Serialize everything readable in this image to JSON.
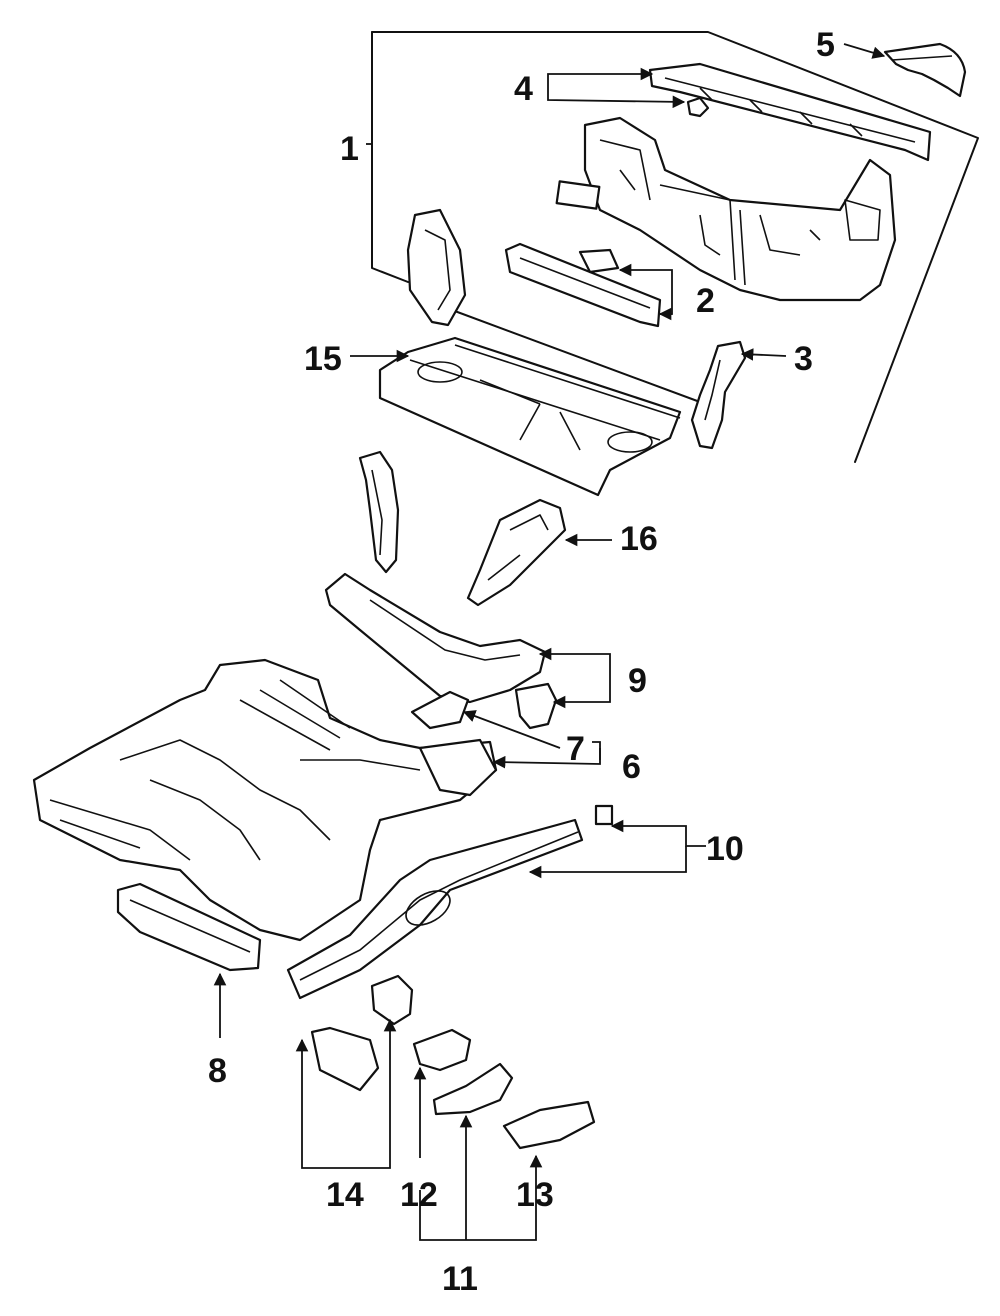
{
  "callouts": {
    "c1": "1",
    "c2": "2",
    "c3": "3",
    "c4": "4",
    "c5": "5",
    "c6": "6",
    "c7": "7",
    "c8": "8",
    "c9": "9",
    "c10": "10",
    "c11": "11",
    "c12": "12",
    "c13": "13",
    "c14": "14",
    "c15": "15",
    "c16": "16"
  },
  "icons": [
    "arrowhead-icon"
  ],
  "colors": {
    "ink": "#111111",
    "paper": "#ffffff"
  }
}
